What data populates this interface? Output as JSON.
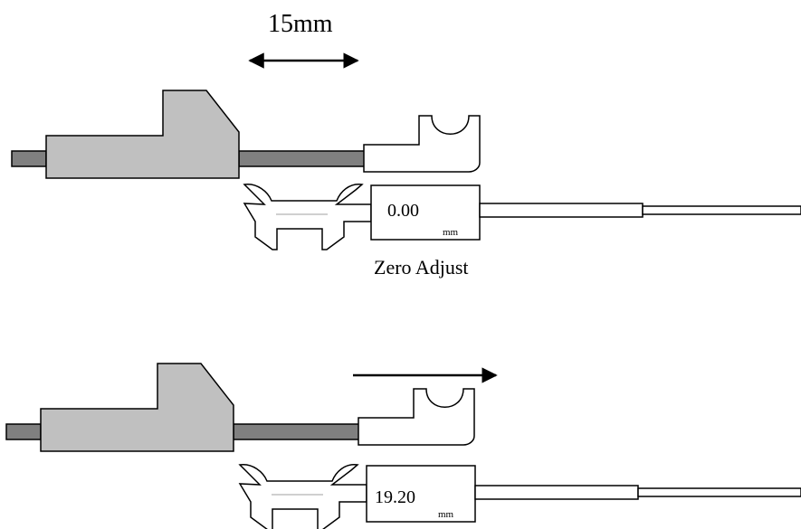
{
  "dimension_label": "15mm",
  "top_setup": {
    "reading": "0.00",
    "unit": "mm",
    "caption": "Zero Adjust"
  },
  "bottom_setup": {
    "reading": "19.20",
    "unit": "mm"
  },
  "colors": {
    "block_fill": "#c0c0c0",
    "rod_fill": "#808080",
    "outline": "#000000",
    "background": "#ffffff"
  }
}
